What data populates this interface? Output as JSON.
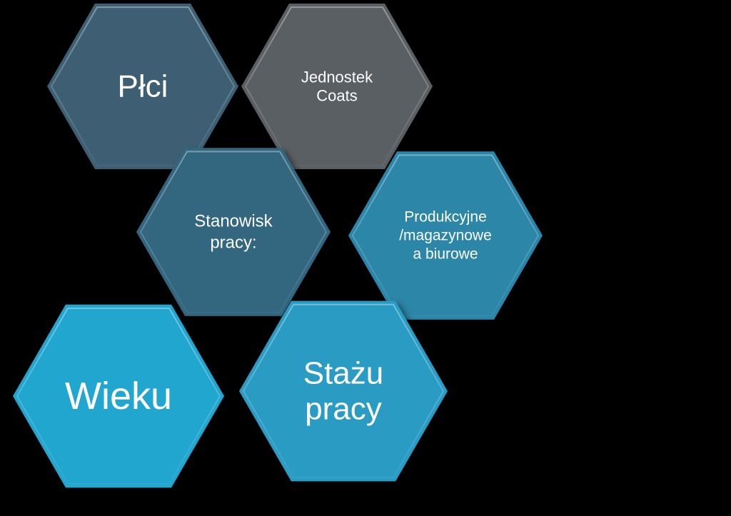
{
  "diagram": {
    "hexagons": [
      {
        "id": "plci",
        "lines": [
          "Płci"
        ],
        "color": "#3e5f73"
      },
      {
        "id": "jednostek",
        "lines": [
          "Jednostek",
          "Coats"
        ],
        "color": "#5a5f63"
      },
      {
        "id": "stanowisk",
        "lines": [
          "Stanowisk",
          "pracy:"
        ],
        "color": "#33667f"
      },
      {
        "id": "produkcyjne",
        "lines": [
          "Produkcyjne",
          "/magazynowe",
          "a biurowe"
        ],
        "color": "#2b86a8"
      },
      {
        "id": "wieku",
        "lines": [
          "Wieku"
        ],
        "color": "#21a6cf"
      },
      {
        "id": "stazu",
        "lines": [
          "Stażu",
          "pracy"
        ],
        "color": "#2a9cc4"
      }
    ]
  }
}
